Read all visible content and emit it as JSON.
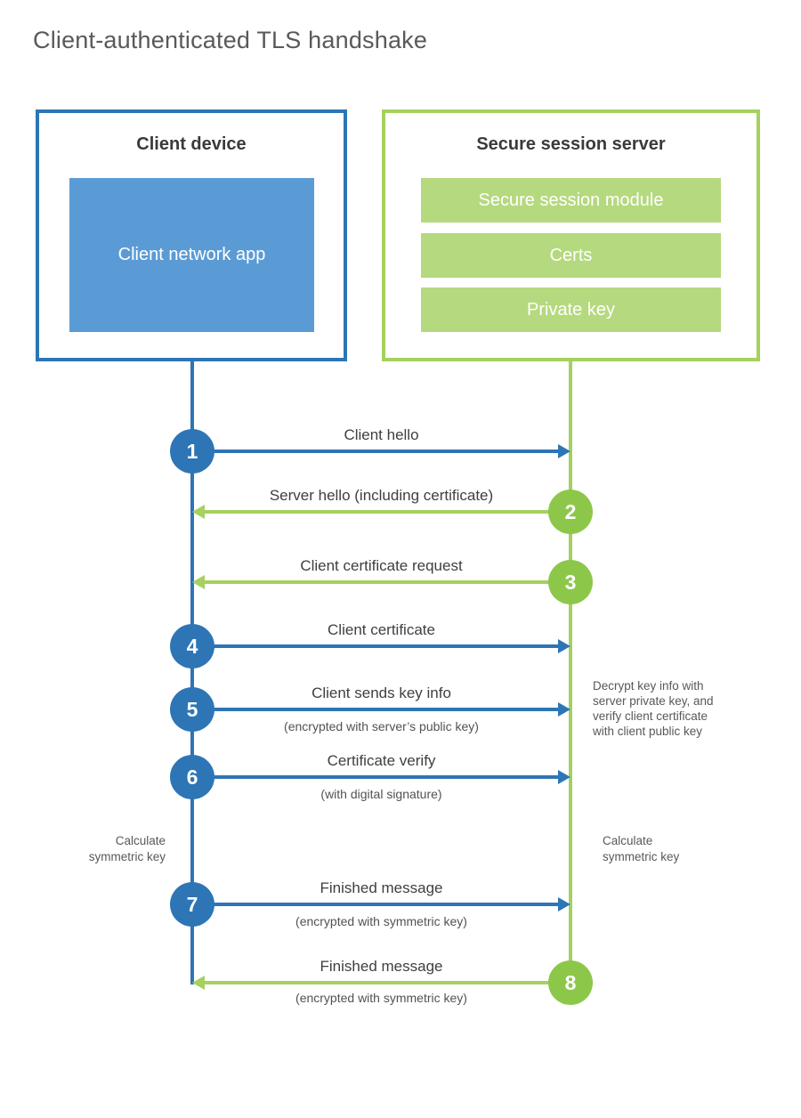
{
  "title": "Client-authenticated TLS handshake",
  "client_box": {
    "title": "Client device",
    "app_label": "Client network app"
  },
  "server_box": {
    "title": "Secure session server",
    "modules": [
      "Secure session module",
      "Certs",
      "Private key"
    ]
  },
  "steps": [
    {
      "num": "1",
      "label": "Client hello",
      "from": "client",
      "to": "server"
    },
    {
      "num": "2",
      "label": "Server hello (including certificate)",
      "from": "server",
      "to": "client"
    },
    {
      "num": "3",
      "label": "Client certificate request",
      "from": "server",
      "to": "client"
    },
    {
      "num": "4",
      "label": "Client certificate",
      "from": "client",
      "to": "server"
    },
    {
      "num": "5",
      "label": "Client sends key info",
      "sublabel": "(encrypted with server’s public key)",
      "from": "client",
      "to": "server"
    },
    {
      "num": "6",
      "label": "Certificate verify",
      "sublabel": "(with digital signature)",
      "from": "client",
      "to": "server"
    },
    {
      "num": "7",
      "label": "Finished message",
      "sublabel": "(encrypted with symmetric key)",
      "from": "client",
      "to": "server"
    },
    {
      "num": "8",
      "label": "Finished message",
      "sublabel": "(encrypted with symmetric key)",
      "from": "server",
      "to": "client"
    }
  ],
  "annotations": {
    "decrypt_note": "Decrypt key info with server private key, and verify client certificate with client public key",
    "calculate_left": "Calculate symmetric key",
    "calculate_right": "Calculate symmetric key"
  },
  "colors": {
    "client_blue": "#2e75b6",
    "client_fill_blue": "#5b9bd5",
    "server_green": "#a6d05f",
    "server_fill_green": "#b5d97e",
    "server_circle_green": "#8dc74a",
    "title_gray": "#58595b",
    "label_dark": "#3f3f3f",
    "note_gray": "#58585a"
  }
}
